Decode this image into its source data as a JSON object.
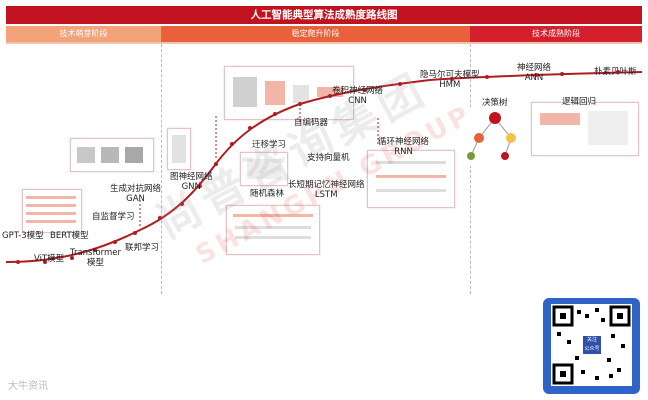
{
  "title": "人工智能典型算法成熟度路线图",
  "stages": [
    "技术萌芽阶段",
    "稳定爬升阶段",
    "技术成熟阶段"
  ],
  "milestones": {
    "gpt3": "GPT-3模型",
    "bert": "BERT模型",
    "vit": "ViT模型",
    "transformer": "Transformer\n模型",
    "self_supervised": "自监督学习",
    "federated": "联邦学习",
    "gan": "生成对抗网络\nGAN",
    "gnn": "图神经网络\nGNN",
    "transfer": "迁移学习",
    "random_forest": "随机森林",
    "lstm": "长短期记忆神经网络\nLSTM",
    "svm": "支持向量机",
    "autoencoder": "自编码器",
    "cnn": "卷积神经网络\nCNN",
    "rnn": "循环神经网络\nRNN",
    "hmm": "隐马尔可夫模型\nHMM",
    "decision_tree": "决策树",
    "ann": "神经网络\nANN",
    "logistic": "逻辑回归",
    "naive_bayes": "朴素贝叶斯"
  },
  "watermark": "尚普咨询集团",
  "watermark_en": "SHANGPU GROUP",
  "footer_logo": "大牛资讯",
  "qr_label": "关注\n公众号",
  "colors": {
    "title": "#c0121f",
    "stage1": "#f3a27a",
    "stage2": "#e8613a",
    "stage3": "#d4202c",
    "curve": "#b01c22"
  }
}
